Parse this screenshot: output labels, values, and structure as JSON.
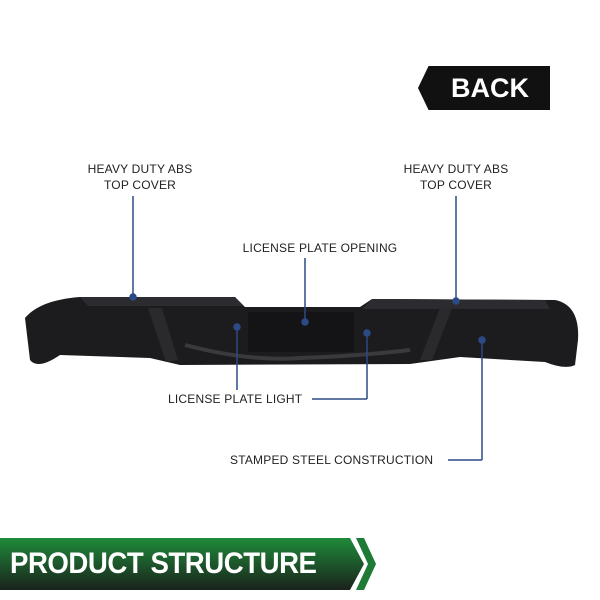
{
  "badge": {
    "label": "BACK"
  },
  "callouts": {
    "left_cover": [
      "HEAVY DUTY ABS",
      "TOP COVER"
    ],
    "right_cover": [
      "HEAVY DUTY ABS",
      "TOP COVER"
    ],
    "plate_opening": "LICENSE PLATE OPENING",
    "plate_light": "LICENSE PLATE LIGHT",
    "steel": "STAMPED STEEL CONSTRUCTION"
  },
  "banner": {
    "label": "PRODUCT STRUCTURE"
  },
  "colors": {
    "callout_line": "#2b4a86",
    "banner_green": "#1e7a34",
    "banner_dark": "#1b2a1e"
  }
}
